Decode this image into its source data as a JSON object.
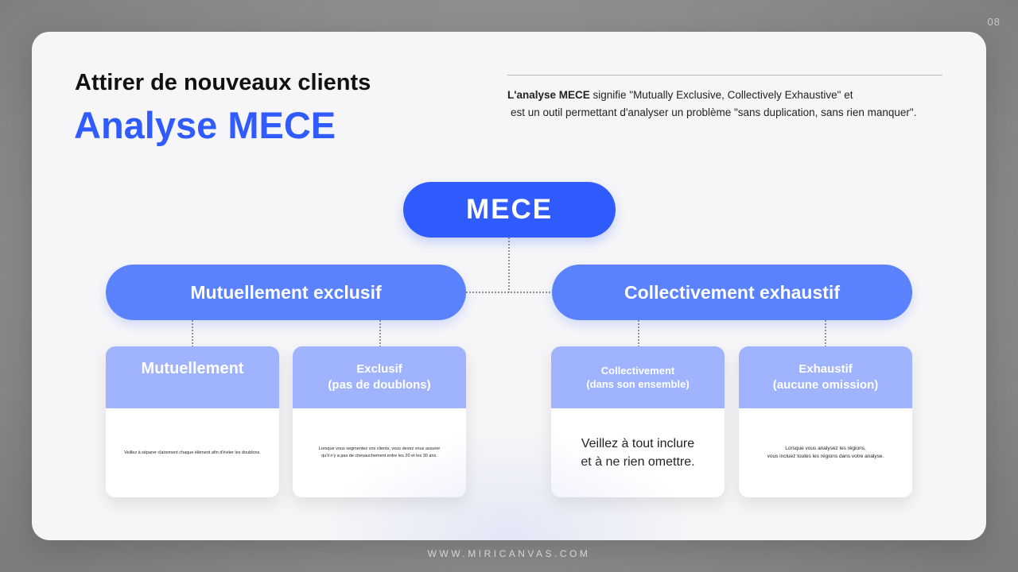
{
  "page_number": "08",
  "header": {
    "subtitle": "Attirer de nouveaux clients",
    "title": "Analyse MECE"
  },
  "description": {
    "bold": "L'analyse MECE",
    "line1_rest": " signifie \"Mutually Exclusive, Collectively Exhaustive\" et",
    "line2": "est un outil permettant d'analyser un problème \"sans duplication, sans rien manquer\"."
  },
  "diagram": {
    "root": "MECE",
    "branches": [
      {
        "label": "Mutuellement exclusif",
        "leaves": [
          {
            "title_lines": [
              "Mutuellement"
            ],
            "body_lines": [
              "Veillez à séparer clairement chaque élément afin d'éviter les doublons."
            ]
          },
          {
            "title_lines": [
              "Exclusif",
              "(pas de doublons)"
            ],
            "body_lines": [
              "Lorsque vous segmentez vos clients, vous devez vous assurer",
              "qu'il n'y a pas de chevauchement entre les 20 et les 30 ans."
            ]
          }
        ]
      },
      {
        "label": "Collectivement exhaustif",
        "leaves": [
          {
            "title_lines": [
              "Collectivement",
              "(dans son ensemble)"
            ],
            "body_lines": [
              "Veillez à tout inclure",
              "et à ne rien omettre."
            ]
          },
          {
            "title_lines": [
              "Exhaustif",
              "(aucune omission)"
            ],
            "body_lines": [
              "Lorsque vous analysez les régions,",
              "vous incluez toutes les régions dans votre analyse."
            ]
          }
        ]
      }
    ]
  },
  "colors": {
    "accent": "#2f5bff",
    "branch": "#5a82ff",
    "leaf_header": "#9fb3ff",
    "background": "#f6f6f8"
  },
  "footer": "WWW.MIRICANVAS.COM"
}
